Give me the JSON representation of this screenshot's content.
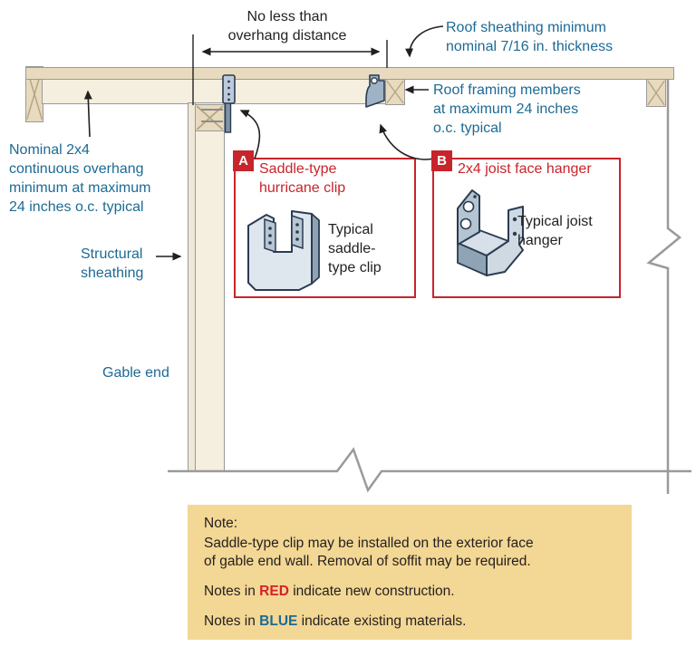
{
  "colors": {
    "accent_red": "#c8242b",
    "label_blue": "#1d6a94",
    "note_background": "#f3d794",
    "wood_tan": "#e7dabe",
    "wood_cream": "#f5efdf",
    "structure_line_gray": "#9a9a9a",
    "hardware_steel": "#bccadb"
  },
  "dimension_label": {
    "line1": "No less than",
    "line2": "overhang distance"
  },
  "labels": {
    "roof_sheathing": {
      "line1": "Roof sheathing minimum",
      "line2": "nominal 7/16 in. thickness"
    },
    "roof_framing": {
      "line1": "Roof framing members",
      "line2": "at maximum 24 inches",
      "line3": "o.c. typical"
    },
    "overhang_2x4": {
      "line1": "Nominal 2x4",
      "line2": "continuous overhang",
      "line3": "minimum at maximum",
      "line4": "24 inches o.c. typical"
    },
    "structural_sheathing": {
      "line1": "Structural",
      "line2": "sheathing"
    },
    "gable_end": "Gable end"
  },
  "callout_a": {
    "badge": "A",
    "title_line1": "Saddle-type",
    "title_line2": "hurricane clip",
    "caption_line1": "Typical",
    "caption_line2": "saddle-",
    "caption_line3": "type clip"
  },
  "callout_b": {
    "badge": "B",
    "title": "2x4 joist face hanger",
    "caption_line1": "Typical joist",
    "caption_line2": "hanger"
  },
  "note": {
    "heading": "Note:",
    "body_line1": "Saddle-type clip may be installed on the exterior face",
    "body_line2": "of gable end wall. Removal of soffit may be required.",
    "legend_red_prefix": "Notes in ",
    "legend_red_word": "RED",
    "legend_red_suffix": " indicate new construction.",
    "legend_blue_prefix": "Notes in ",
    "legend_blue_word": "BLUE",
    "legend_blue_suffix": " indicate existing materials."
  }
}
